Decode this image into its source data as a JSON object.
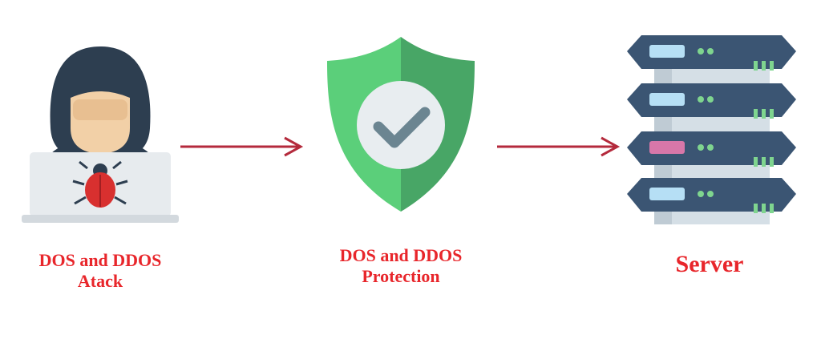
{
  "nodes": {
    "attacker": {
      "label_line1": "DOS and DDOS",
      "label_line2": "Atack",
      "icon": "hacker-laptop-icon"
    },
    "protection": {
      "label_line1": "DOS and DDOS",
      "label_line2": "Protection",
      "icon": "shield-check-icon"
    },
    "server": {
      "label": "Server",
      "icon": "server-rack-icon"
    }
  },
  "colors": {
    "label": "#e8262b",
    "arrow": "#b42a3c",
    "hood": "#2d3e50",
    "skin": "#f2d0a7",
    "laptop": "#e7ebee",
    "bug": "#d8302f",
    "shield_left": "#5bcf7a",
    "shield_right": "#48a666",
    "check_circle": "#e8edf0",
    "check": "#6b8591",
    "server_panel": "#3b5573",
    "server_body": "#d5dfe6",
    "light_blue": "#b6dff5",
    "light_pink": "#d877a9",
    "led_green": "#7fd58f"
  }
}
